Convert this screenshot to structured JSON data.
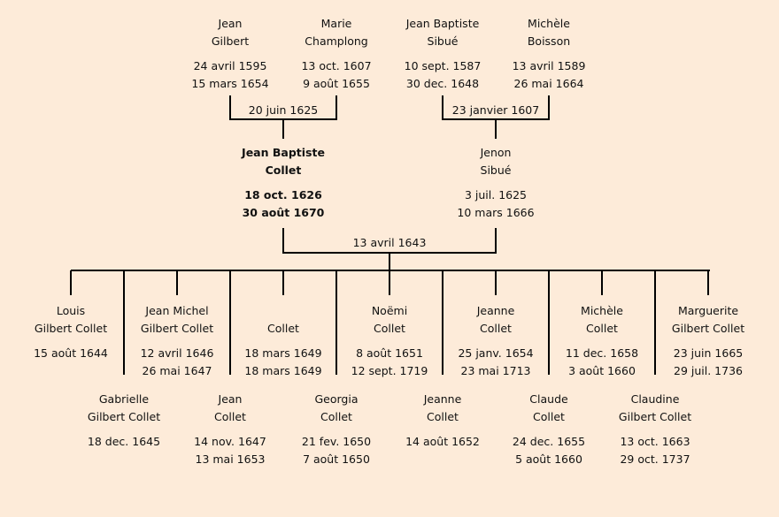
{
  "grandparents": [
    {
      "first": "Jean",
      "last": "Gilbert",
      "birth": "24 avril 1595",
      "death": "15 mars 1654"
    },
    {
      "first": "Marie",
      "last": "Champlong",
      "birth": "13 oct. 1607",
      "death": "9 août 1655"
    },
    {
      "first": "Jean Baptiste",
      "last": "Sibué",
      "birth": "10 sept. 1587",
      "death": "30 dec. 1648"
    },
    {
      "first": "Michèle",
      "last": "Boisson",
      "birth": "13 avril 1589",
      "death": "26 mai 1664"
    }
  ],
  "grandparent_marriages": [
    "20 juin 1625",
    "23 janvier 1607"
  ],
  "parents": [
    {
      "first": "Jean Baptiste",
      "last": "Collet",
      "birth": "18 oct. 1626",
      "death": "30 août 1670"
    },
    {
      "first": "Jenon",
      "last": "Sibué",
      "birth": "3 juil. 1625",
      "death": "10 mars 1666"
    }
  ],
  "parent_marriage": "13 avril 1643",
  "children": [
    {
      "first": "Louis",
      "last": "Gilbert Collet",
      "birth": "15 août 1644",
      "death": ""
    },
    {
      "first": "Gabrielle",
      "last": "Gilbert Collet",
      "birth": "18 dec. 1645",
      "death": ""
    },
    {
      "first": "Jean Michel",
      "last": "Gilbert Collet",
      "birth": "12 avril 1646",
      "death": "26 mai 1647"
    },
    {
      "first": "Jean",
      "last": "Collet",
      "birth": "14 nov. 1647",
      "death": "13 mai 1653"
    },
    {
      "first": "",
      "last": "Collet",
      "birth": "18 mars 1649",
      "death": "18 mars 1649"
    },
    {
      "first": "Georgia",
      "last": "Collet",
      "birth": "21 fev. 1650",
      "death": "7 août 1650"
    },
    {
      "first": "Noëmi",
      "last": "Collet",
      "birth": "8 août 1651",
      "death": "12 sept. 1719"
    },
    {
      "first": "Jeanne",
      "last": "Collet",
      "birth": "14 août 1652",
      "death": ""
    },
    {
      "first": "Jeanne",
      "last": "Collet",
      "birth": "25 janv. 1654",
      "death": "23 mai 1713"
    },
    {
      "first": "Claude",
      "last": "Collet",
      "birth": "24 dec. 1655",
      "death": "5 août 1660"
    },
    {
      "first": "Michèle",
      "last": "Collet",
      "birth": "11 dec. 1658",
      "death": "3 août 1660"
    },
    {
      "first": "Claudine",
      "last": "Gilbert Collet",
      "birth": "13 oct. 1663",
      "death": "29 oct. 1737"
    },
    {
      "first": "Marguerite",
      "last": "Gilbert Collet",
      "birth": "23 juin 1665",
      "death": "29 juil. 1736"
    }
  ]
}
